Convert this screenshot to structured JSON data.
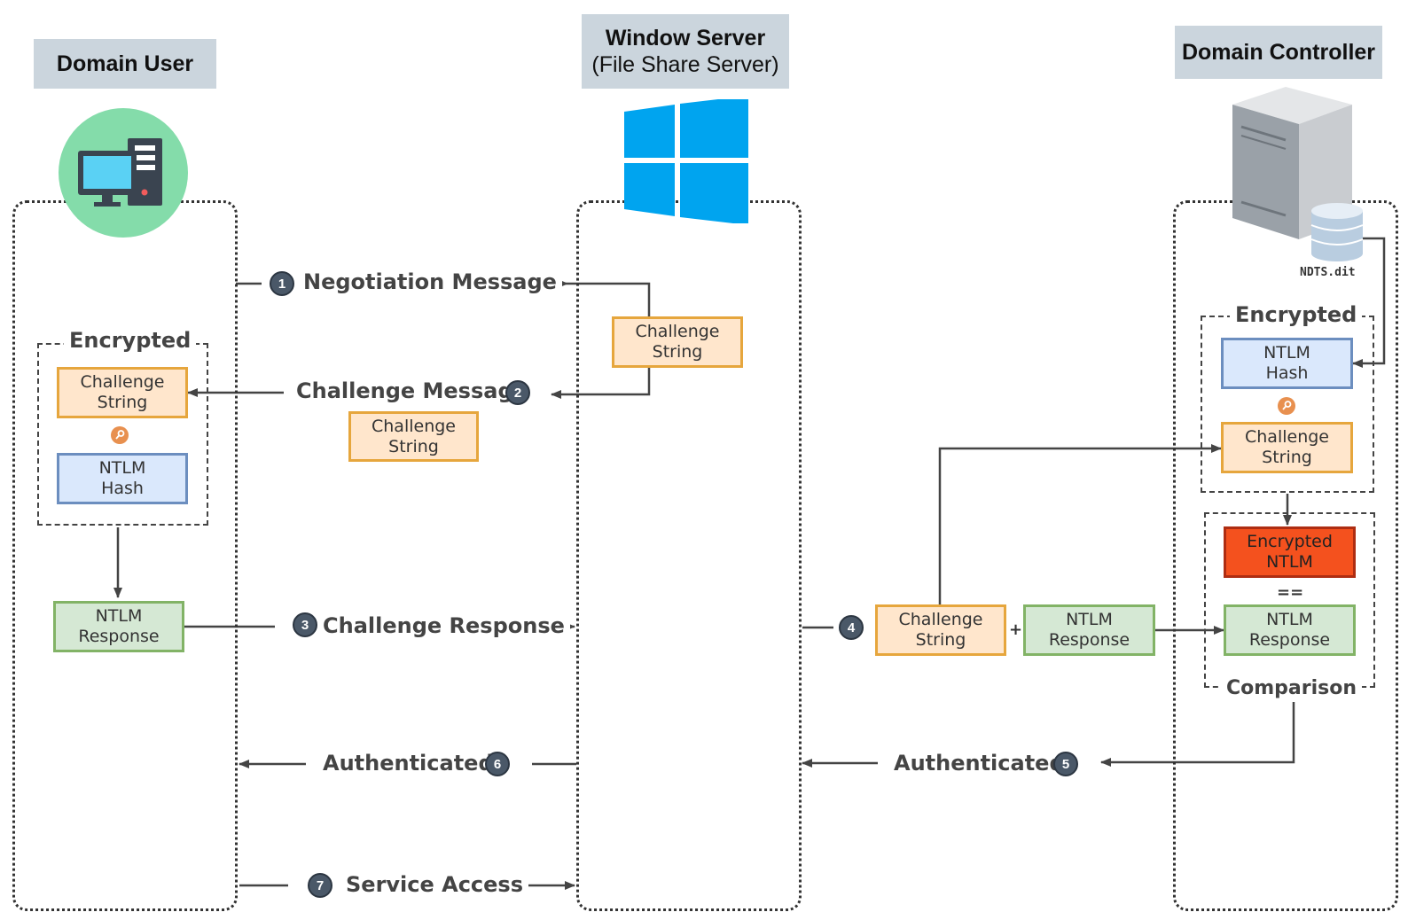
{
  "headers": {
    "domain_user": "Domain User",
    "window_server": "Window Server",
    "window_server_sub": "(File Share Server)",
    "domain_controller": "Domain Controller"
  },
  "icons": {
    "computer": "computer-icon",
    "windows_logo": "windows-logo-icon",
    "server": "server-icon",
    "database": "database-icon",
    "key": "key-icon"
  },
  "database_label": "NDTS.dit",
  "messages": {
    "negotiation": "Negotiation Message",
    "challenge": "Challenge Message",
    "challenge_response": "Challenge Response",
    "authenticated_user": "Authenticated",
    "authenticated_dc": "Authenticated",
    "service_access": "Service Access"
  },
  "steps": [
    "1",
    "2",
    "3",
    "4",
    "5",
    "6",
    "7"
  ],
  "user_side": {
    "encrypted_label": "Encrypted",
    "challenge_string": "Challenge\nString",
    "ntlm_hash": "NTLM\nHash",
    "ntlm_response": "NTLM\nResponse"
  },
  "server_side": {
    "challenge_string": "Challenge\nString",
    "challenge_message_payload": "Challenge\nString"
  },
  "dc_forward": {
    "challenge_string": "Challenge\nString",
    "plus": "+",
    "ntlm_response": "NTLM\nResponse"
  },
  "dc_side": {
    "encrypted_label": "Encrypted",
    "ntlm_hash": "NTLM\nHash",
    "challenge_string": "Challenge\nString",
    "encrypted_ntlm": "Encrypted\nNTLM",
    "equals": "==",
    "ntlm_response": "NTLM\nResponse",
    "comparison_label": "Comparison"
  },
  "colors": {
    "header_bg": "#cbd5dd",
    "orange_fill": "#ffe6cc",
    "orange_stroke": "#e6a63d",
    "blue_fill": "#dae8fc",
    "blue_stroke": "#6c8ebf",
    "green_fill": "#d5e8d4",
    "green_stroke": "#82b366",
    "red_fill": "#f4511e",
    "windows_blue": "#00a4ef",
    "step_badge": "#4a5868"
  }
}
